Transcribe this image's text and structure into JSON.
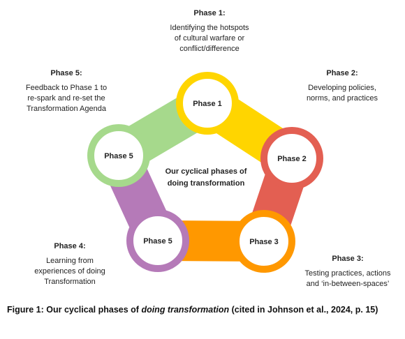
{
  "phases": [
    {
      "circle": "Phase 1",
      "heading": "Phase 1:",
      "text": "Identifying the hotspots\nof cultural warfare or\nconflict/difference"
    },
    {
      "circle": "Phase 2",
      "heading": "Phase 2:",
      "text": "Developing policies,\nnorms, and practices"
    },
    {
      "circle": "Phase 3",
      "heading": "Phase 3:",
      "text": "Testing practices, actions\nand ‘in-between-spaces’"
    },
    {
      "circle": "Phase 5",
      "heading": "Phase 4:",
      "text": "Learning from\nexperiences of doing\nTransformation"
    },
    {
      "circle": "Phase 5",
      "heading": "Phase 5:",
      "text": "Feedback to Phase 1 to\nre-spark and re-set the\nTransformation Agenda"
    }
  ],
  "center_text": "Our cyclical phases of\ndoing transformation",
  "caption": {
    "prefix": "Figure 1: Our cyclical phases of ",
    "italic": "doing transformation",
    "suffix": " (cited in Johnson et al., 2024, p. 15)"
  },
  "colors": {
    "phase1": "#FFD500",
    "phase2": "#E35F52",
    "phase3": "#FF9800",
    "phase4": "#B57AB8",
    "phase5": "#A6D98C"
  }
}
